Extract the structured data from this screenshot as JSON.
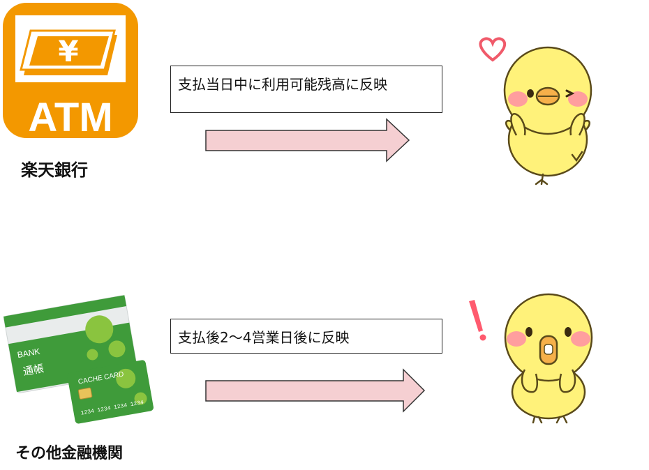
{
  "colors": {
    "atm_orange": "#f39800",
    "arrow_fill": "#f5cfd2",
    "arrow_stroke": "#333333",
    "chick_yellow": "#fff27a",
    "chick_outline": "#5a4a1a",
    "beak": "#f6b04a",
    "cheek": "#ff9e9e",
    "heart": "#f05a6a",
    "exclaim": "#ff5a6e",
    "card_green": "#3f9b3a"
  },
  "atm_icon": {
    "symbol": "¥",
    "label": "ATM",
    "icon": "atm-yen-icon"
  },
  "rakuten": {
    "caption": "楽天銀行",
    "note": "支払当日中に利用可能残高に反映",
    "chick_icon": "happy-chick-icon",
    "mark_icon": "heart-icon"
  },
  "other": {
    "caption": "その他金融機関",
    "note": "支払後2～4営業日後に反映",
    "chick_icon": "surprised-chick-icon",
    "mark_icon": "exclamation-icon",
    "passbook": {
      "bank": "BANK",
      "title": "通帳"
    },
    "card": {
      "label": "CACHE CARD",
      "number": "1234 1234 1234 1234"
    }
  }
}
